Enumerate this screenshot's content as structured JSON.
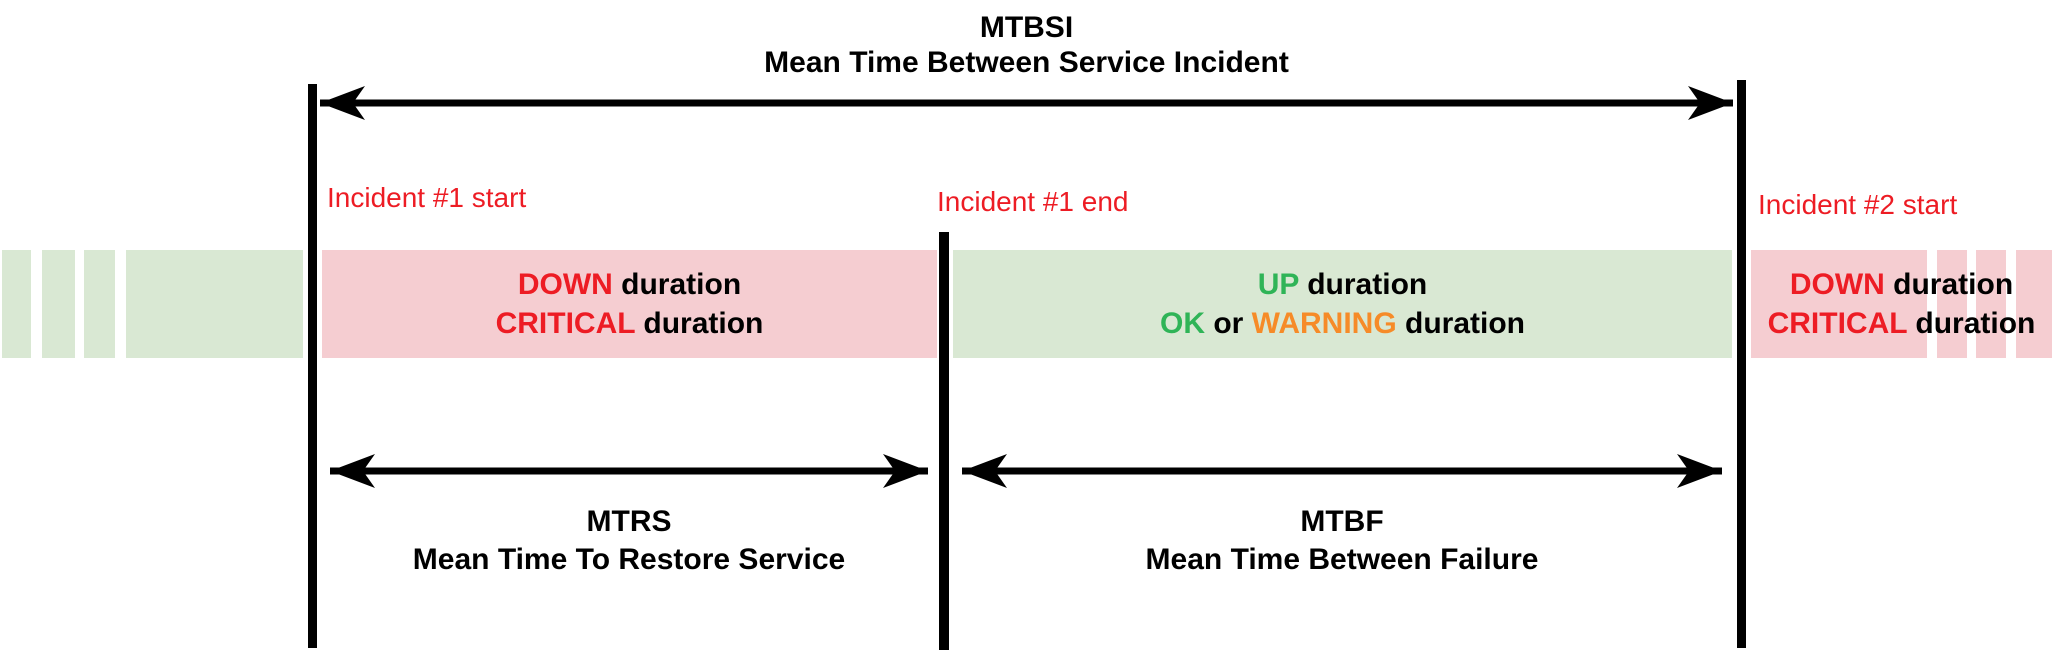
{
  "title": {
    "abbr": "MTBSI",
    "full": "Mean Time Between Service Incident"
  },
  "incident_labels": {
    "start1": "Incident #1 start",
    "end1": "Incident #1 end",
    "start2": "Incident #2 start"
  },
  "bands": {
    "down_left": {
      "status1": "DOWN",
      "suffix1": "duration",
      "status2": "CRITICAL",
      "suffix2": "duration"
    },
    "up_middle": {
      "status1": "UP",
      "suffix1": "duration",
      "status2a": "OK",
      "status2_conj": "or",
      "status2b": "WARNING",
      "suffix2": "duration"
    },
    "down_right": {
      "status1": "DOWN",
      "suffix1": "duration",
      "status2": "CRITICAL",
      "suffix2": "duration"
    }
  },
  "measures": {
    "mtrs": {
      "abbr": "MTRS",
      "full": "Mean Time To Restore Service"
    },
    "mtbf": {
      "abbr": "MTBF",
      "full": "Mean Time Between Failure"
    }
  },
  "colors": {
    "band_green": "#d9e8d3",
    "band_pink": "#f5cdd1",
    "label_red": "#ed1c24",
    "status_red": "#ed1c24",
    "status_green": "#2fb457",
    "status_orange": "#f68b28",
    "ink": "#000000"
  }
}
